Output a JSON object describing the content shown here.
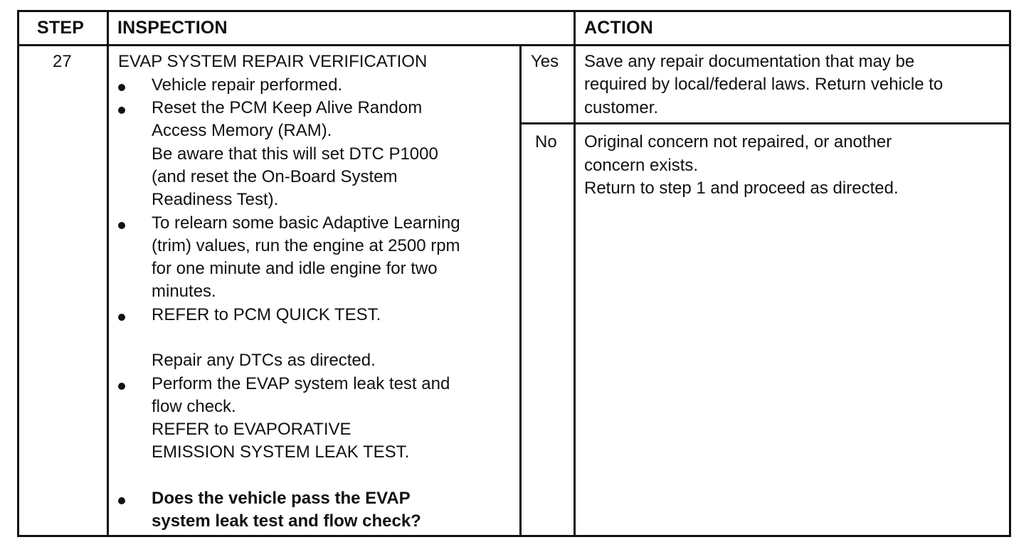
{
  "headers": {
    "step": "STEP",
    "inspection": "INSPECTION",
    "action": "ACTION"
  },
  "step_number": "27",
  "title": "EVAP SYSTEM REPAIR VERIFICATION",
  "bullets": [
    {
      "lines": [
        "Vehicle repair performed."
      ]
    },
    {
      "lines": [
        "Reset the PCM Keep Alive Random",
        "Access Memory (RAM).",
        "Be aware that this will set DTC P1000",
        "(and reset the On-Board System",
        "Readiness Test)."
      ]
    },
    {
      "lines": [
        "To relearn some basic Adaptive Learning",
        "(trim) values, run the engine at 2500 rpm",
        "for one minute and idle engine for two",
        "minutes."
      ]
    },
    {
      "lines": [
        "REFER to PCM QUICK TEST.",
        "",
        "Repair any DTCs as directed."
      ]
    },
    {
      "lines": [
        "Perform the EVAP system leak test and",
        "flow check.",
        "REFER to EVAPORATIVE",
        "EMISSION SYSTEM LEAK TEST."
      ]
    },
    {
      "lines": [
        "Does the vehicle pass the EVAP",
        "system leak test and flow check?"
      ]
    }
  ],
  "answers": [
    {
      "label": "Yes",
      "action_lines": [
        "Save any repair documentation that may be",
        "required by local/federal laws. Return vehicle to",
        "customer."
      ]
    },
    {
      "label": "No",
      "action_lines": [
        "Original concern not repaired, or another",
        "concern exists.",
        "Return to step 1 and proceed as directed."
      ]
    }
  ]
}
